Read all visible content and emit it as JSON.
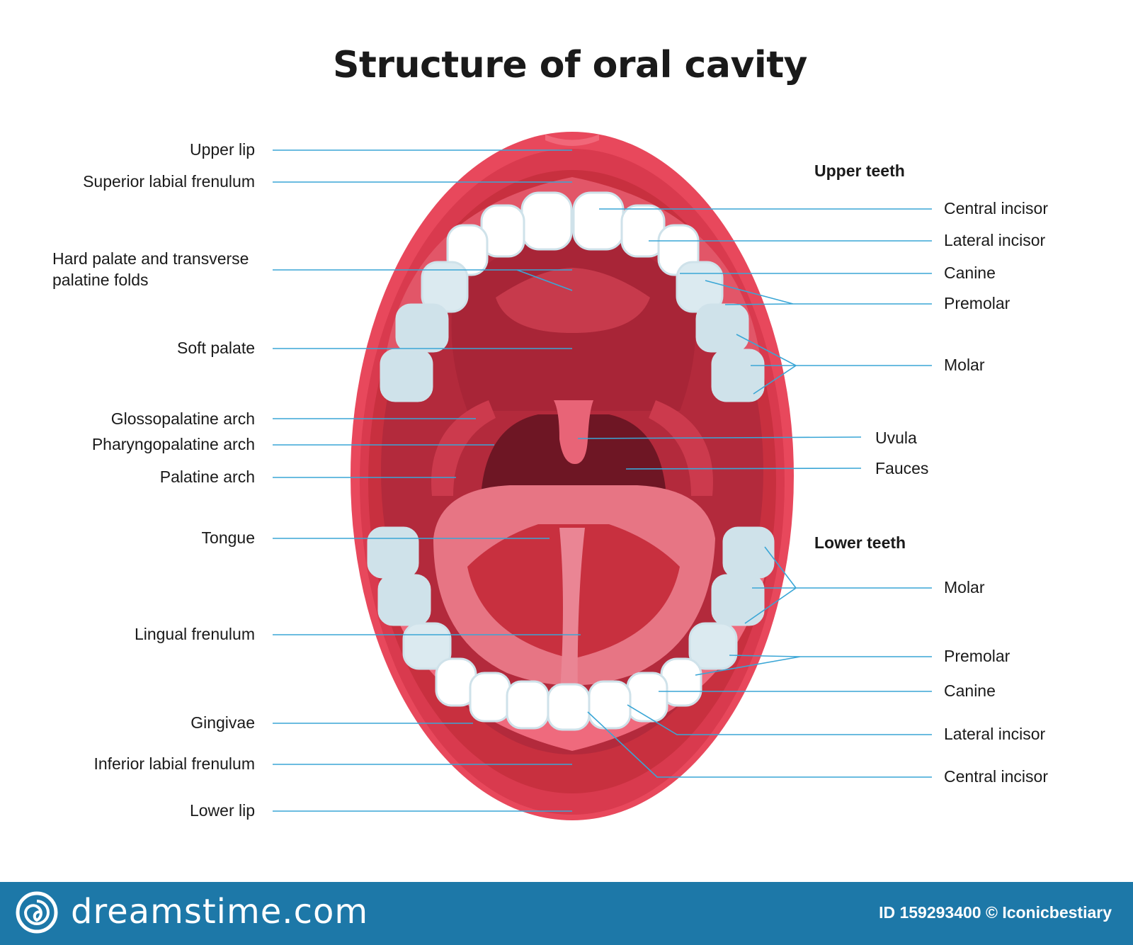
{
  "title": "Structure of oral cavity",
  "left_labels": [
    {
      "id": "upper-lip",
      "text": "Upper lip"
    },
    {
      "id": "superior-labial-frenulum",
      "text": "Superior labial frenulum"
    },
    {
      "id": "hard-palate",
      "text": "Hard palate and transverse\npalatine folds"
    },
    {
      "id": "soft-palate",
      "text": "Soft palate"
    },
    {
      "id": "glossopalatine-arch",
      "text": "Glossopalatine arch"
    },
    {
      "id": "pharyngopalatine-arch",
      "text": "Pharyngopalatine arch"
    },
    {
      "id": "palatine-arch",
      "text": "Palatine arch"
    },
    {
      "id": "tongue",
      "text": "Tongue"
    },
    {
      "id": "lingual-frenulum",
      "text": "Lingual frenulum"
    },
    {
      "id": "gingivae",
      "text": "Gingivae"
    },
    {
      "id": "inferior-labial-frenulum",
      "text": "Inferior labial frenulum"
    },
    {
      "id": "lower-lip",
      "text": "Lower lip"
    }
  ],
  "upper_teeth": {
    "heading": "Upper teeth",
    "labels": [
      "Central incisor",
      "Lateral incisor",
      "Canine",
      "Premolar",
      "Molar"
    ]
  },
  "middle_labels": [
    "Uvula",
    "Fauces"
  ],
  "lower_teeth": {
    "heading": "Lower teeth",
    "labels": [
      "Molar",
      "Premolar",
      "Canine",
      "Lateral incisor",
      "Central incisor"
    ]
  },
  "footer": {
    "brand": "dreamstime.com",
    "credit": "ID 159293400 © Iconicbestiary",
    "color": "#1d78a8"
  },
  "colors": {
    "lip": "#e8485c",
    "lip_dark": "#c8303f",
    "cavity": "#b32a3c",
    "throat": "#6e1624",
    "tongue": "#e77584",
    "teeth": "#ffffff",
    "teeth_shadow": "#cfe2ea",
    "leader": "#3aa6d6"
  }
}
